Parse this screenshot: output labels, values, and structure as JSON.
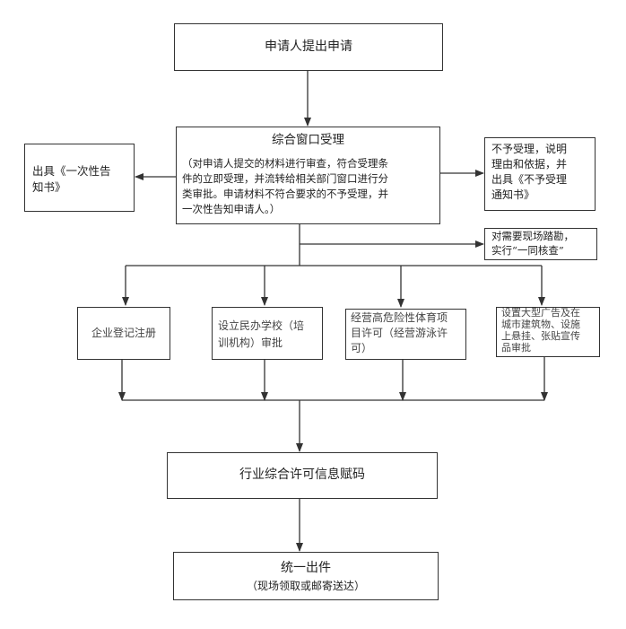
{
  "flowchart": {
    "apply": "申请人提出申请",
    "window": {
      "title": "综合窗口受理",
      "note_lines": [
        "（对申请人提交的材料进行审查，符合受理条",
        "件的立即受理，并流转给相关部门窗口进行分",
        "类审批。申请材料不符合要求的不予受理，并",
        "一次性告知申请人。）"
      ]
    },
    "notify_once": [
      "出具《一次性告",
      "知书》"
    ],
    "reject": [
      "不予受理，说明",
      "理由和依据，并",
      "出具《不予受理",
      "通知书》"
    ],
    "joint_check": [
      "对需要现场踏勘，",
      "实行“一同核查”"
    ],
    "branches": [
      [
        "企业登记注册"
      ],
      [
        "设立民办学校（培",
        "训机构）审批"
      ],
      [
        "经营高危险性体育项",
        "目许可（经营游泳许",
        "可）"
      ],
      [
        "设置大型广告及在",
        "城市建筑物、设施",
        "上悬挂、张贴宣传",
        "品审批"
      ]
    ],
    "coding": "行业综合许可信息赋码",
    "issue": {
      "title": "统一出件",
      "note": "（现场领取或邮寄送达）"
    }
  }
}
